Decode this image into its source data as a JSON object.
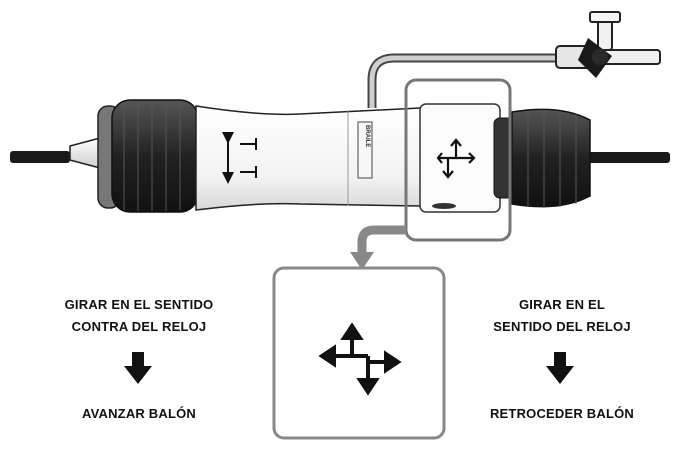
{
  "left": {
    "instruction": [
      "GIRAR EN EL SENTIDO",
      "CONTRA DEL RELOJ"
    ],
    "result": "AVANZAR BALÓN"
  },
  "right": {
    "instruction": [
      "GIRAR EN EL",
      "SENTIDO DEL RELOJ"
    ],
    "result": "RETROCEDER BALÓN"
  },
  "device": {
    "brand_text": "BRAILE"
  },
  "icons": {
    "direction_symbol": "four-way-arrows-icon",
    "slide_symbol": "slide-arrows-icon",
    "stopcock": "three-way-stopcock-icon"
  }
}
